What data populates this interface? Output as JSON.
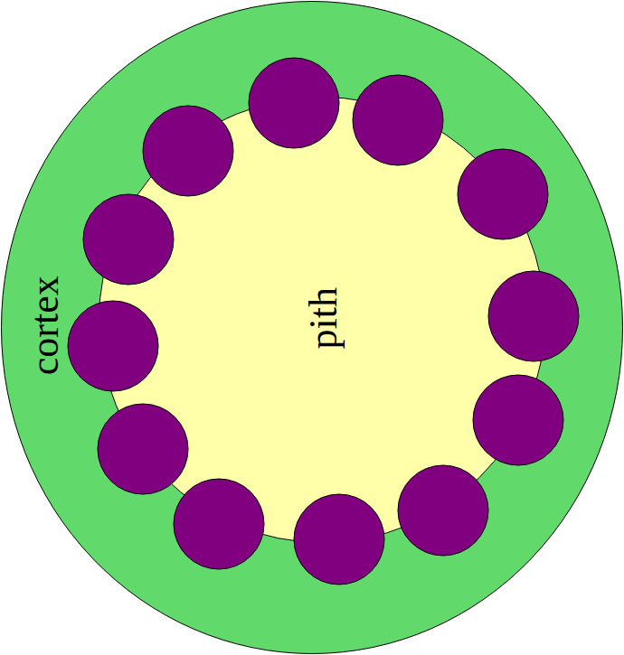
{
  "diagram": {
    "nodes": [
      {
        "text": [
          "cortex"
        ]
      },
      {
        "text": [
          "pith"
        ],
        "in": 0
      }
    ]
  }
}
